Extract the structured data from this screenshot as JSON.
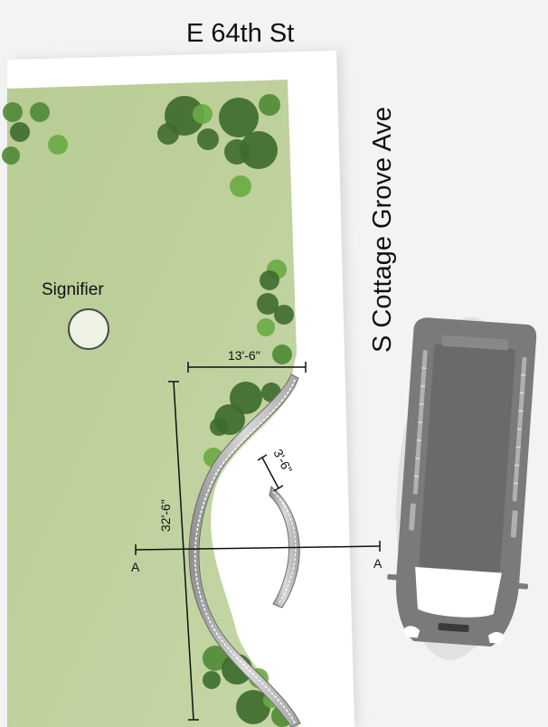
{
  "streets": {
    "north": "E 64th St",
    "east": "S Cottage Grove Ave"
  },
  "signifier": {
    "label": "Signifier"
  },
  "dimensions": {
    "width": "13'-6\"",
    "length": "32'-6\"",
    "gap": "3'-6\""
  },
  "section": {
    "left_marker": "A",
    "right_marker": "A"
  },
  "colors": {
    "lawn": "#bccf99",
    "tree_dark": "#3e6b2d",
    "tree_mid": "#4f8a34",
    "tree_light": "#6aaa44",
    "vehicle": "#7a7a7a",
    "sidewalk": "#f7f7f7",
    "wall": "#b5b5b5"
  }
}
